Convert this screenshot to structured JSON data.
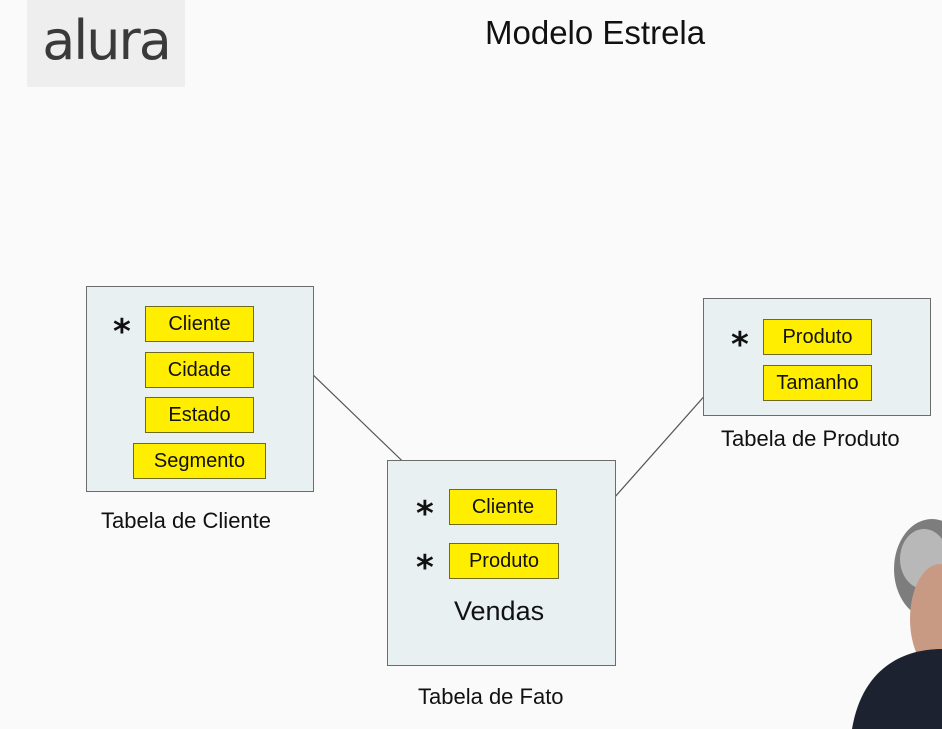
{
  "brand": {
    "logo_text": "alura"
  },
  "slide": {
    "title": "Modelo Estrela"
  },
  "tables": {
    "cliente": {
      "caption": "Tabela de Cliente",
      "fields": [
        "Cliente",
        "Cidade",
        "Estado",
        "Segmento"
      ],
      "key_marker": "*"
    },
    "fato": {
      "caption": "Tabela de Fato",
      "name": "Vendas",
      "fields": [
        "Cliente",
        "Produto"
      ],
      "key_marker": "*"
    },
    "produto": {
      "caption": "Tabela de Produto",
      "fields": [
        "Produto",
        "Tamanho"
      ],
      "key_marker": "*"
    }
  },
  "colors": {
    "field_fill": "#ffee00",
    "table_fill": "#e9f0f2",
    "connector": "#555555"
  },
  "icons": {
    "presenter": "presenter-webcam-icon"
  }
}
